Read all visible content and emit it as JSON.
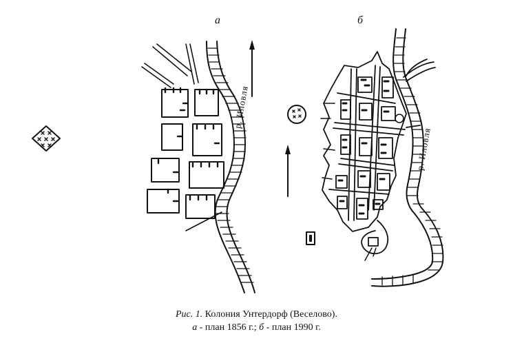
{
  "figure": {
    "panel_a_label": "а",
    "panel_b_label": "б",
    "river_label_a": "р. Иловля",
    "river_label_b": "р. Иловля"
  },
  "caption": {
    "fig_number": "Рис. 1.",
    "title": "Колония Унтердорф (Веселово).",
    "a_letter": "а",
    "a_text": " - план 1856 г.;",
    "b_letter": "б",
    "b_text": " - план 1990 г."
  },
  "colors": {
    "ink": "#111111",
    "background": "#ffffff"
  }
}
